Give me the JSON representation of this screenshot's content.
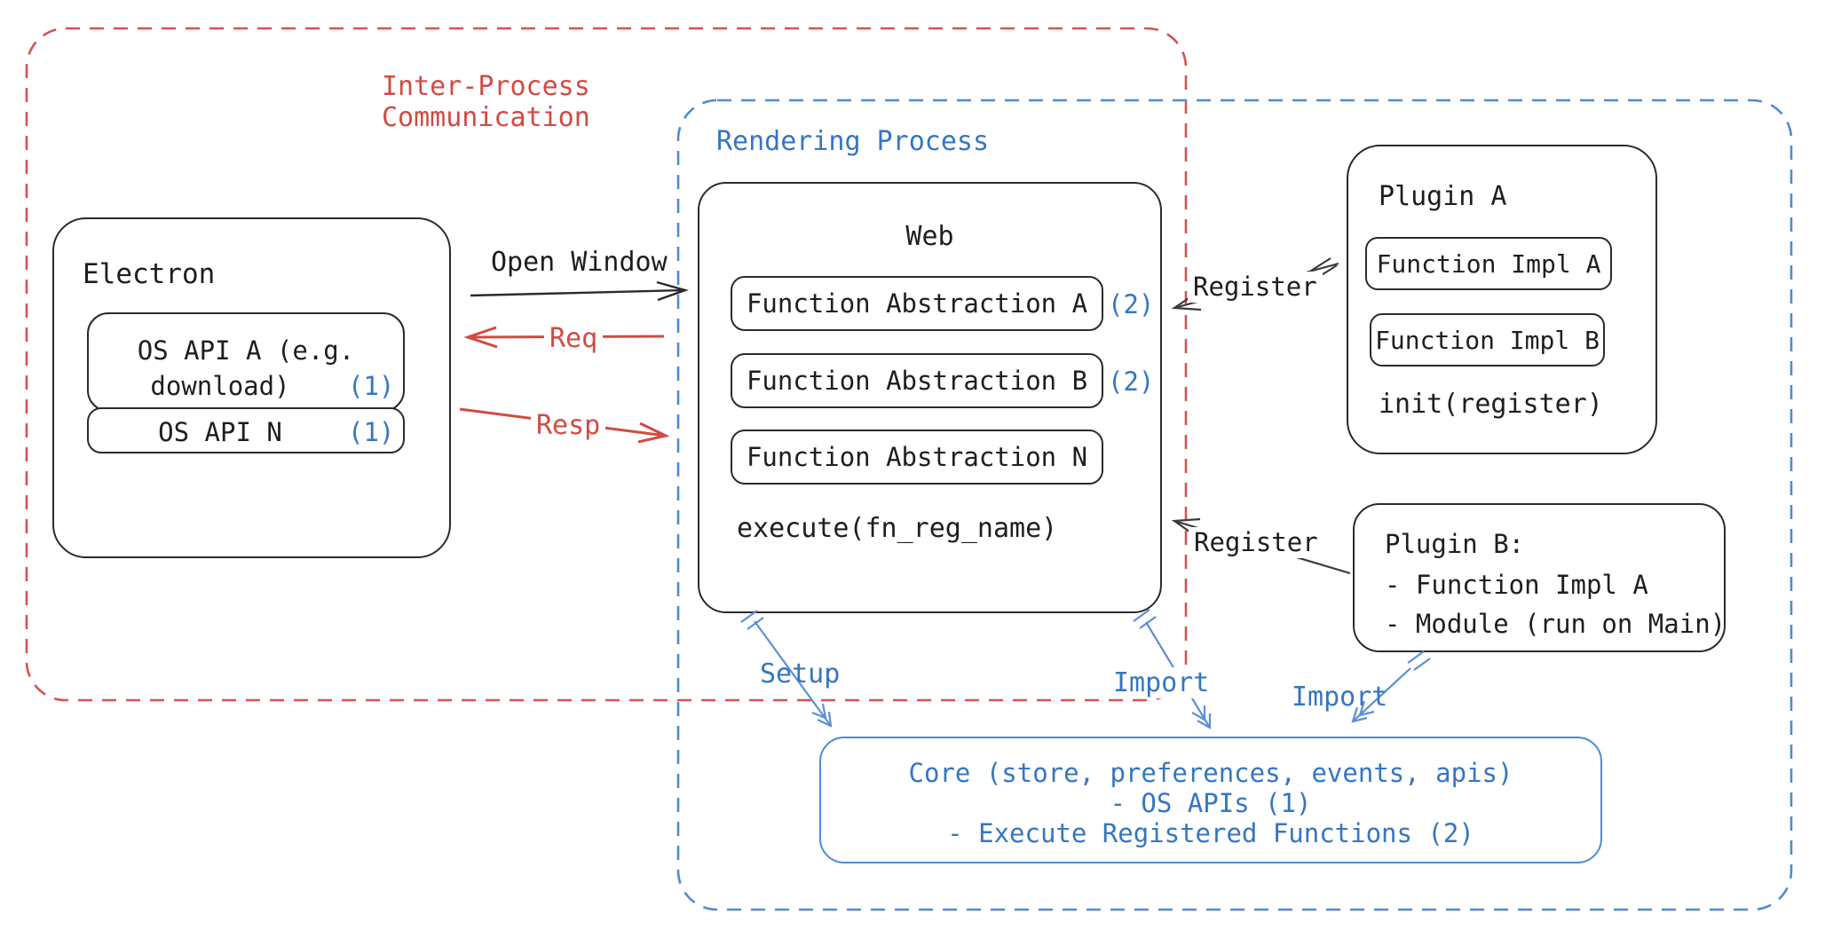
{
  "regions": {
    "ipc_label": "Inter-Process\nCommunication",
    "rendering_label": "Rendering Process"
  },
  "electron": {
    "title": "Electron",
    "os_api_a_line1": "OS API A (e.g.",
    "os_api_a_line2": "download)",
    "os_api_a_badge": "(1)",
    "os_api_n_label": "OS API N",
    "os_api_n_badge": "(1)"
  },
  "web": {
    "title": "Web",
    "items": [
      {
        "label": "Function Abstraction A",
        "badge": "(2)"
      },
      {
        "label": "Function Abstraction B",
        "badge": "(2)"
      },
      {
        "label": "Function Abstraction N",
        "badge": ""
      }
    ],
    "execute_label": "execute(fn_reg_name)"
  },
  "plugin_a": {
    "title": "Plugin A",
    "impl_a": "Function Impl A",
    "impl_b": "Function Impl B",
    "init_label": "init(register)"
  },
  "plugin_b": {
    "line1": "Plugin B:",
    "line2": "- Function Impl A",
    "line3": "- Module (run on Main)"
  },
  "core": {
    "line1": "Core (store, preferences, events, apis)",
    "line2": "- OS APIs (1)",
    "line3": "- Execute Registered Functions (2)"
  },
  "arrows": {
    "open_window": "Open Window",
    "req": "Req",
    "resp": "Resp",
    "register_top": "Register",
    "register_bottom": "Register",
    "setup": "Setup",
    "import_web": "Import",
    "import_plugin": "Import"
  },
  "colors": {
    "red": "#d24a43",
    "blue_text": "#3576c2",
    "blue_stroke": "#4f8ad2",
    "black": "#1e1e1e"
  }
}
